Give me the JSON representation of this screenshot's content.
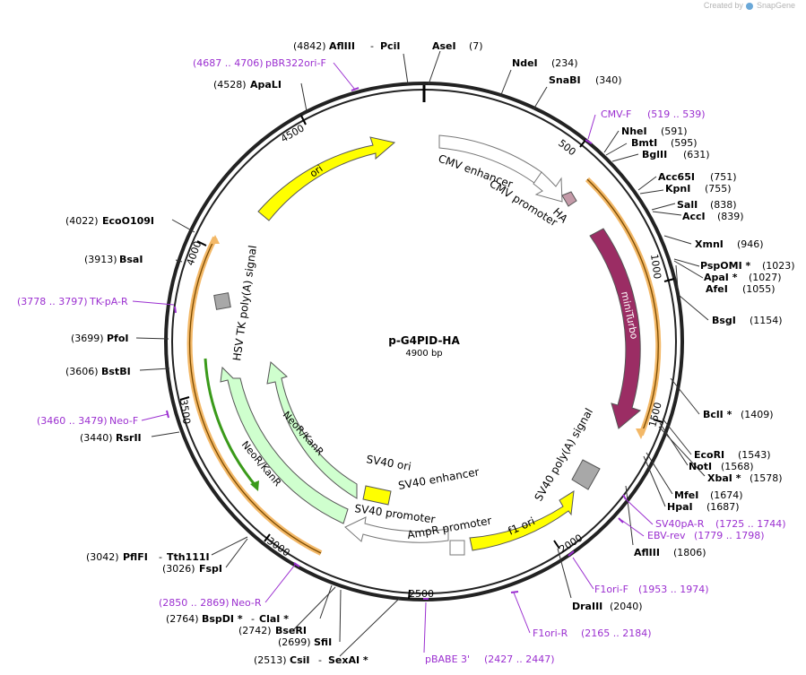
{
  "credit": {
    "prefix": "Created by",
    "brand": "SnapGene"
  },
  "plasmid": {
    "name": "p-G4PID-HA",
    "size": "4900 bp"
  },
  "ticks": [
    "500",
    "1000",
    "1500",
    "2000",
    "2500",
    "3000",
    "3500",
    "4000",
    "4500"
  ],
  "features": {
    "ori": "ori",
    "cmv_enhancer": "CMV enhancer",
    "cmv_promoter": "CMV promoter",
    "ha": "HA",
    "miniturbo": "miniTurbo",
    "sv40_polya": "SV40 poly(A) signal",
    "f1_ori": "f1 ori",
    "ampr_promoter": "AmpR promoter",
    "sv40_promoter": "SV40 promoter",
    "sv40_ori": "SV40 ori",
    "sv40_enhancer": "SV40 enhancer",
    "neokanr_inner": "NeoR/KanR",
    "neokanr_outer": "NeoR/KanR",
    "hsv_tk": "HSV TK poly(A) signal"
  },
  "sites": {
    "afliii_top": {
      "pos": "(4842)",
      "name": "AflIII",
      "sep": "-",
      "name2": "PciI"
    },
    "asei": {
      "name": "AseI",
      "pos": "(7)"
    },
    "ndei": {
      "name": "NdeI",
      "pos": "(234)"
    },
    "snabi": {
      "name": "SnaBI",
      "pos": "(340)"
    },
    "nhei": {
      "name": "NheI",
      "pos": "(591)"
    },
    "bmti": {
      "name": "BmtI",
      "pos": "(595)"
    },
    "bglii": {
      "name": "BglII",
      "pos": "(631)"
    },
    "acc65i": {
      "name": "Acc65I",
      "pos": "(751)"
    },
    "kpni": {
      "name": "KpnI",
      "pos": "(755)"
    },
    "sali": {
      "name": "SalI",
      "pos": "(838)"
    },
    "acci": {
      "name": "AccI",
      "pos": "(839)"
    },
    "xmni": {
      "name": "XmnI",
      "pos": "(946)"
    },
    "psppomi": {
      "name": "PspOMI *",
      "pos": "(1023)"
    },
    "apai": {
      "name": "ApaI *",
      "pos": "(1027)"
    },
    "afei": {
      "name": "AfeI",
      "pos": "(1055)"
    },
    "bsgi": {
      "name": "BsgI",
      "pos": "(1154)"
    },
    "bcli": {
      "name": "BclI *",
      "pos": "(1409)"
    },
    "ecori": {
      "name": "EcoRI",
      "pos": "(1543)"
    },
    "noti": {
      "name": "NotI",
      "pos": "(1568)"
    },
    "xbai": {
      "name": "XbaI *",
      "pos": "(1578)"
    },
    "mfei": {
      "name": "MfeI",
      "pos": "(1674)"
    },
    "hpai": {
      "name": "HpaI",
      "pos": "(1687)"
    },
    "afliii_right": {
      "name": "AflIII",
      "pos": "(1806)"
    },
    "draiii": {
      "name": "DraIII",
      "pos": "(2040)"
    },
    "apali": {
      "pos": "(4528)",
      "name": "ApaLI"
    },
    "ecoo109i": {
      "pos": "(4022)",
      "name": "EcoO109I"
    },
    "bsai": {
      "pos": "(3913)",
      "name": "BsaI"
    },
    "pfoi": {
      "pos": "(3699)",
      "name": "PfoI"
    },
    "bstbi": {
      "pos": "(3606)",
      "name": "BstBI"
    },
    "rsrii": {
      "pos": "(3440)",
      "name": "RsrII"
    },
    "pflfi": {
      "pos": "(3042)",
      "name": "PflFI",
      "sep": "-",
      "name2": "Tth111I"
    },
    "fspi": {
      "pos": "(3026)",
      "name": "FspI"
    },
    "bspdi": {
      "pos": "(2764)",
      "name": "BspDI *",
      "sep": "-",
      "name2": "ClaI *"
    },
    "bseri": {
      "pos": "(2742)",
      "name": "BseRI"
    },
    "sfii": {
      "pos": "(2699)",
      "name": "SfiI"
    },
    "csii": {
      "pos": "(2513)",
      "name": "CsiI",
      "sep": "-",
      "name2": "SexAI *"
    }
  },
  "primers": {
    "pbr322": {
      "range": "(4687 .. 4706)",
      "name": "pBR322ori-F"
    },
    "cmvf": {
      "name": "CMV-F",
      "range": "(519 .. 539)"
    },
    "tkpar": {
      "range": "(3778 .. 3797)",
      "name": "TK-pA-R"
    },
    "neof": {
      "range": "(3460 .. 3479)",
      "name": "Neo-F"
    },
    "neor": {
      "range": "(2850 .. 2869)",
      "name": "Neo-R"
    },
    "sv40par": {
      "name": "SV40pA-R",
      "range": "(1725 .. 1744)"
    },
    "ebvrev": {
      "name": "EBV-rev",
      "range": "(1779 .. 1798)"
    },
    "f1orif": {
      "name": "F1ori-F",
      "range": "(1953 .. 1974)"
    },
    "f1orir": {
      "name": "F1ori-R",
      "range": "(2165 .. 2184)"
    },
    "pbabe": {
      "name": "pBABE 3'",
      "range": "(2427 .. 2447)"
    }
  },
  "colors": {
    "ori": "#ffff00",
    "miniturbo": "#9b2d64",
    "neo": "#cfffce",
    "orf_outline": "#f3b867",
    "primer": "#9b2fd0",
    "ha": "#c49aa8"
  }
}
